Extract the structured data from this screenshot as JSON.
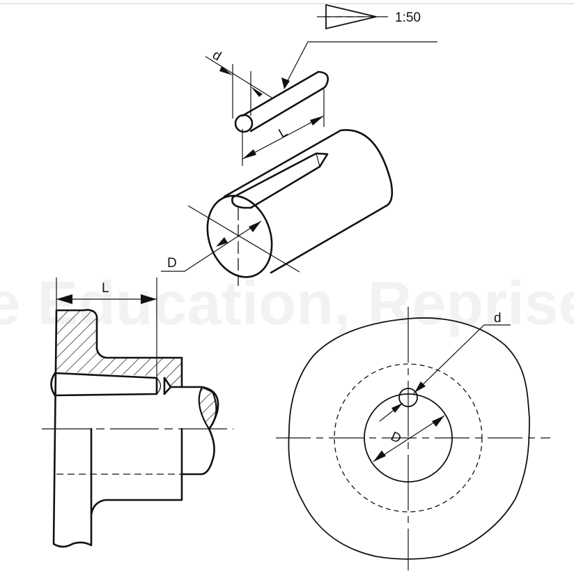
{
  "figure": {
    "subject": "Taper pin assembly",
    "watermark_text": "e Education, Reprise Inno",
    "taper_symbol": {
      "ratio_label": "1:50"
    },
    "pin_view": {
      "diameter_label": "d",
      "length_label": "L"
    },
    "hole_view": {
      "diameter_label": "D"
    },
    "section_view": {
      "length_label": "L"
    },
    "end_view": {
      "pin_diameter_label": "d",
      "shaft_diameter_label": "D"
    }
  },
  "colors": {
    "line": "#111111",
    "background": "#ffffff",
    "watermark": "#f2f2f5",
    "top_border": "#d0d0d0"
  }
}
